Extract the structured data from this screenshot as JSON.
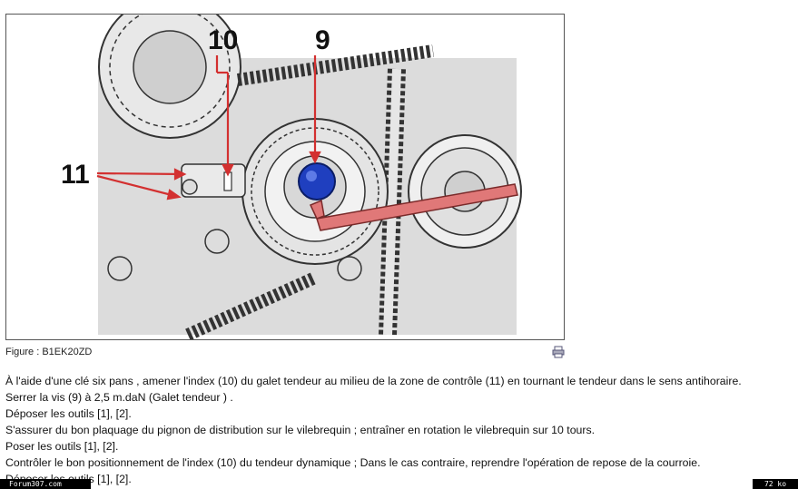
{
  "figure": {
    "callouts": {
      "label_10": "10",
      "label_9": "9",
      "label_11": "11"
    },
    "caption": "Figure : B1EK20ZD",
    "icons": {
      "print": "print-icon"
    },
    "colors": {
      "screw": "#1f3fbf",
      "wrench": "#e07878",
      "arrow": "#d33030"
    }
  },
  "steps": [
    "À l'aide d'une clé six pans , amener l'index (10) du galet tendeur au milieu de la zone de contrôle (11) en tournant le tendeur dans le sens antihoraire.",
    "Serrer la vis (9) à 2,5 m.daN (Galet tendeur ) .",
    "Déposer les outils [1], [2].",
    "S'assurer du bon plaquage du pignon de distribution sur le vilebrequin ; entraîner en rotation le vilebrequin sur 10 tours.",
    "Poser les outils [1], [2].",
    "Contrôler le bon positionnement de l'index (10) du tendeur dynamique ; Dans le cas contraire, reprendre l'opération de repose de la courroie.",
    "Déposer les outils [1], [2]."
  ],
  "footer": {
    "site": "Forum307.com",
    "size": "72 ko"
  }
}
